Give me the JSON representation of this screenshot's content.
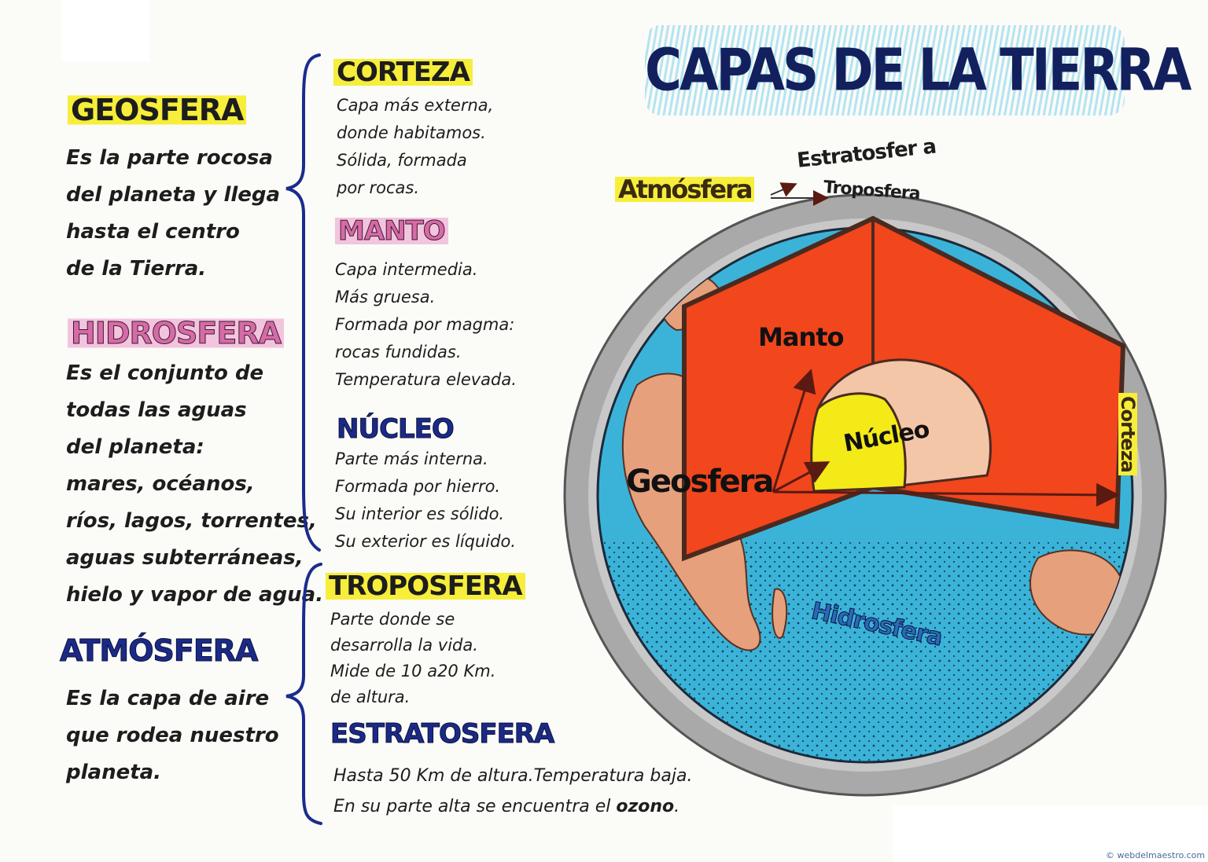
{
  "title": "CAPAS DE LA TIERRA",
  "left": {
    "geosfera": {
      "heading": "GEOSFERA",
      "lines": [
        "Es la parte rocosa",
        "del planeta y llega",
        "hasta el centro",
        "de la Tierra."
      ]
    },
    "hidrosfera": {
      "heading": "HIDROSFERA",
      "lines": [
        "Es el conjunto de",
        "todas las aguas",
        "del planeta:",
        "mares, océanos,",
        "ríos, lagos, torrentes,",
        "aguas subterráneas,",
        "hielo y vapor de agua."
      ]
    },
    "atmosfera": {
      "heading": "ATMÓSFERA",
      "lines": [
        "Es la capa de aire",
        "que rodea nuestro",
        "planeta."
      ]
    }
  },
  "middle": {
    "corteza": {
      "heading": "CORTEZA",
      "lines": [
        "Capa más externa,",
        "donde habitamos.",
        "Sólida, formada",
        "por rocas."
      ]
    },
    "manto": {
      "heading": "MANTO",
      "lines": [
        "Capa intermedia.",
        "Más gruesa.",
        "Formada por magma:",
        "rocas fundidas.",
        "Temperatura elevada."
      ]
    },
    "nucleo": {
      "heading": "NÚCLEO",
      "lines": [
        "Parte más interna.",
        "Formada por hierro.",
        "Su interior es sólido.",
        "Su exterior es líquido."
      ]
    },
    "troposfera": {
      "heading": "TROPOSFERA",
      "lines": [
        "Parte donde se",
        "desarrolla la vida.",
        "Mide de 10 a20 Km.",
        "de altura."
      ]
    },
    "estratosfera": {
      "heading": "ESTRATOSFERA",
      "line1": "Hasta 50 Km de altura.Temperatura baja.",
      "line2_prefix": "En su parte alta se encuentra el ",
      "line2_bold": "ozono",
      "line2_suffix": "."
    }
  },
  "diagram": {
    "atmosfera": "Atmósfera",
    "estratosfera": "Estratosfer a",
    "troposfera": "Troposfera",
    "manto": "Manto",
    "nucleo": "Núcleo",
    "geosfera": "Geosfera",
    "corteza": "Corteza",
    "hidrosfera": "Hidrosfera"
  },
  "credit": "© webdelmaestro.com",
  "colors": {
    "title": "#13205e",
    "highlight_yellow": "#f6ee3a",
    "highlight_pink": "#f3c4de",
    "heading_blue": "#1b2a86",
    "heading_pink": "#d76aa8",
    "bracket": "#1a2c8c",
    "mantle": "#f2461c",
    "outer_core": "#f4c6a8",
    "inner_core": "#f3ea18",
    "ocean": "#3bb3d9",
    "land": "#e6a07c"
  }
}
